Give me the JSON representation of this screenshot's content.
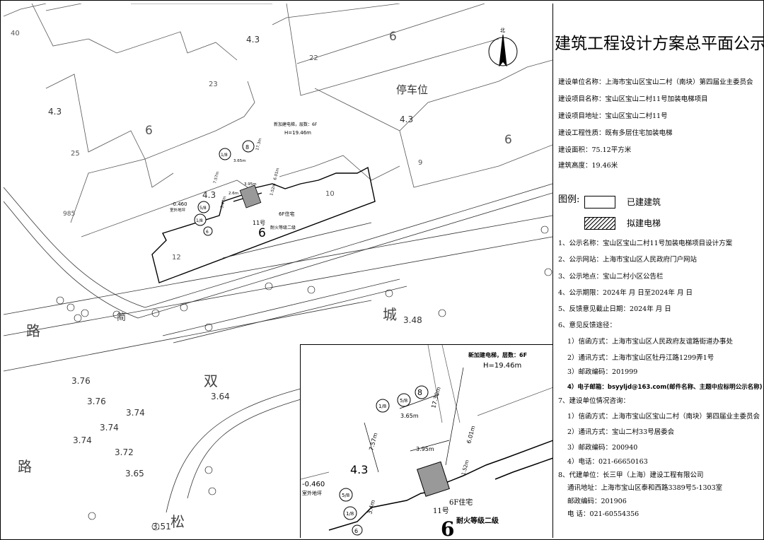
{
  "title": "建筑工程设计方案总平面公示图",
  "project": {
    "unit": "建设单位名称：上海市宝山区宝山二村（南块）第四届业主委员会",
    "name": "建设项目名称：宝山区宝山二村11号加装电梯项目",
    "address": "建设项目地址：宝山区宝山二村11号",
    "nature": "建设工程性质：既有多层住宅加装电梯",
    "area": "建设面积：75.12平方米",
    "height": "建筑高度：19.46米"
  },
  "legend": {
    "label": "图例:",
    "existing": "已建建筑",
    "proposed": "拟建电梯"
  },
  "notices": [
    "1、公示名称：宝山区宝山二村11号加装电梯项目设计方案",
    "2、公示网站：上海市宝山区人民政府门户网站",
    "3、公示地点：宝山二村小区公告栏",
    "4、公示期限：2024年 月 日至2024年 月 日",
    "5、反馈意见截止日期：2024年 月 日",
    "6、意见反馈途径："
  ],
  "feedback": [
    "1）信函方式：上海市宝山区人民政府友谊路街道办事处",
    "2）通讯方式：上海市宝山区牡丹江路1299弄1号",
    "3）邮政编码：201999",
    "4）电子邮箱：bsyyljd@163.com(邮件名称、主题中应标明公示名称)"
  ],
  "consult_title": "7、建设单位情况咨询：",
  "consult": [
    "1）信函方式：上海市宝山区宝山二村（南块）第四届业主委员会",
    "2）通讯方式：宝山二村33号居委会",
    "3）邮政编码：200940",
    "4）电话：021-66650163"
  ],
  "agent": [
    "8、代建单位：长三甲（上海）建设工程有限公司",
    "通讯地址：上海市宝山区泰和西路3389号5-1303室",
    "邮政编码：201906",
    "电    话：021-60554356"
  ],
  "plan": {
    "north": "北",
    "parking": "停车位",
    "building_nums": [
      "40",
      "6",
      "22",
      "23",
      "6",
      "25",
      "9",
      "6",
      "10",
      "11号",
      "12",
      "6",
      "985"
    ],
    "elevations": [
      "4.3",
      "4.3",
      "4.3",
      "4.3",
      "-0.460",
      "3.48",
      "3.64",
      "3.76",
      "3.76",
      "3.74",
      "3.74",
      "3.74",
      "3.72",
      "3.65",
      "3.51"
    ],
    "road_chars": [
      "路",
      "简",
      "城",
      "双",
      "路",
      "松"
    ],
    "house_main": "6F住宅",
    "fire_main": "耐火等级二级",
    "elevator_main": "新加建电梯，层数：6F",
    "height_main": "H=19.46m",
    "outdoor_main": "室外地坪",
    "dims_main": [
      "3.65m",
      "3.95m",
      "7.57m",
      "6.01m",
      "17.3m",
      "1.52m",
      "3.47m",
      "2.6m"
    ],
    "circle_labels": [
      "8",
      "1/8",
      "1/8",
      "5/8",
      "6"
    ]
  },
  "inset": {
    "elevator": "新加建电梯，层数：6F",
    "height": "H=19.46m",
    "dim_a": "3.65m",
    "dim_b": "3.95m",
    "dim_c": "7.57m",
    "dim_d": "6.01m",
    "dim_e": "17.30m",
    "dim_f": "1.52m",
    "dim_g": "3.4m",
    "elev": "4.3",
    "outdoor_val": "-0.460",
    "outdoor": "室外地坪",
    "house": "6F住宅",
    "unit": "11号",
    "fire": "耐火等级二级",
    "num": "6",
    "c8": "8",
    "c18a": "1/8",
    "c18b": "1/8",
    "c58": "5/8",
    "c6": "6"
  }
}
